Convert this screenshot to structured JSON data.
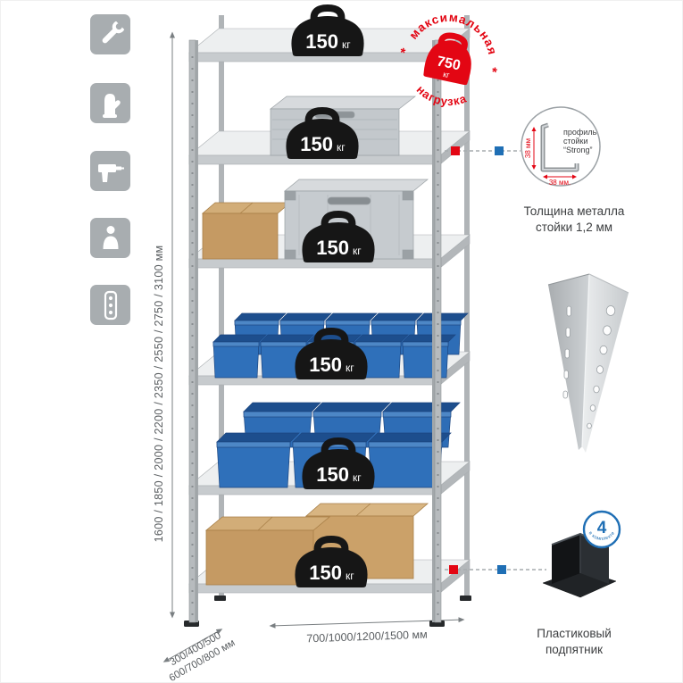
{
  "sidebar_icons": [
    {
      "name": "wrench"
    },
    {
      "name": "work-glove"
    },
    {
      "name": "drill"
    },
    {
      "name": "person-height"
    },
    {
      "name": "perforated-strip"
    }
  ],
  "dimensions": {
    "height": "1600 / 1850 / 2000 / 2200 / 2350 / 2550 / 2750 / 3100 мм",
    "depth_line1": "300/400/500",
    "depth_line2": "600/700/800 мм",
    "width": "700/1000/1200/1500 мм"
  },
  "shelves": [
    {
      "load": "150",
      "unit": "кг"
    },
    {
      "load": "150",
      "unit": "кг"
    },
    {
      "load": "150",
      "unit": "кг"
    },
    {
      "load": "150",
      "unit": "кг"
    },
    {
      "load": "150",
      "unit": "кг"
    },
    {
      "load": "150",
      "unit": "кг"
    }
  ],
  "stamp": {
    "arc_top": "максимальная",
    "arc_bottom": "нагрузка",
    "value": "750",
    "unit": "кг",
    "star": "*",
    "color": "#e30613"
  },
  "profile": {
    "word1": "профиль",
    "word2": "стойки",
    "word3": "“Strong”",
    "dim_vertical": "38 мм",
    "dim_horizontal": "38 мм.",
    "caption_line1": "Толщина металла",
    "caption_line2": "стойки 1,2 мм"
  },
  "foot": {
    "count": "4",
    "count_caption": "в комплекте",
    "caption_line1": "Пластиковый",
    "caption_line2": "подпятник"
  },
  "colors": {
    "accent_red": "#e30613",
    "accent_blue": "#1f6fb5",
    "metal_light": "#edeff0",
    "metal_mid": "#c7cbce",
    "bin_blue": "#2e6db6",
    "cardboard": "#c59a63"
  }
}
